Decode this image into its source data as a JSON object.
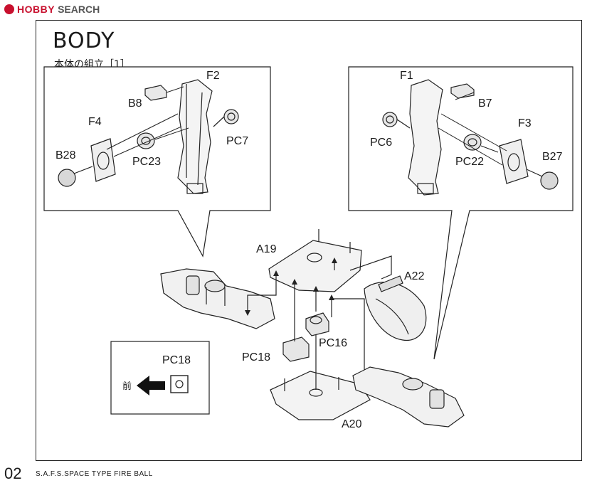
{
  "site": {
    "brand": "HOBBY",
    "search": "SEARCH"
  },
  "header": {
    "title": "BODY",
    "subtitle": "本体の組立［1］"
  },
  "parts": {
    "left_inset": {
      "f2": "F2",
      "b8": "B8",
      "f4": "F4",
      "pc7": "PC7",
      "pc23": "PC23",
      "b28": "B28"
    },
    "right_inset": {
      "f1": "F1",
      "b7": "B7",
      "f3": "F3",
      "pc6": "PC6",
      "pc22": "PC22",
      "b27": "B27"
    },
    "main": {
      "a19": "A19",
      "a22": "A22",
      "pc16": "PC16",
      "pc18": "PC18",
      "a20": "A20"
    }
  },
  "legend": {
    "front": "前",
    "part": "PC18"
  },
  "footer": {
    "page": "02",
    "model": "S.A.F.S.SPACE TYPE FIRE BALL"
  },
  "icons": [
    "logo-mark-icon",
    "front-arrow-icon",
    "pc18-part-icon"
  ]
}
